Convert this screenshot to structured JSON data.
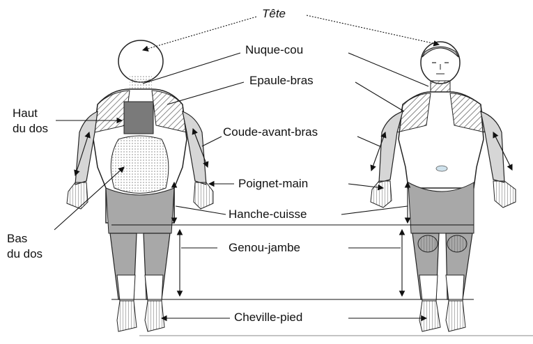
{
  "labels": {
    "tete": "Tête",
    "nuque_cou": "Nuque-cou",
    "epaule_bras": "Epaule-bras",
    "haut_du_dos": "Haut\ndu dos",
    "coude_avant_bras": "Coude-avant-bras",
    "poignet_main": "Poignet-main",
    "hanche_cuisse": "Hanche-cuisse",
    "bas_du_dos": "Bas\ndu dos",
    "genou_jambe": "Genou-jambe",
    "cheville_pied": "Cheville-pied"
  },
  "colors": {
    "outline": "#222222",
    "shade_light": "#d6d6d6",
    "shade_mid": "#a8a8a8",
    "shade_dark": "#7a7a7a",
    "background": "#ffffff"
  }
}
